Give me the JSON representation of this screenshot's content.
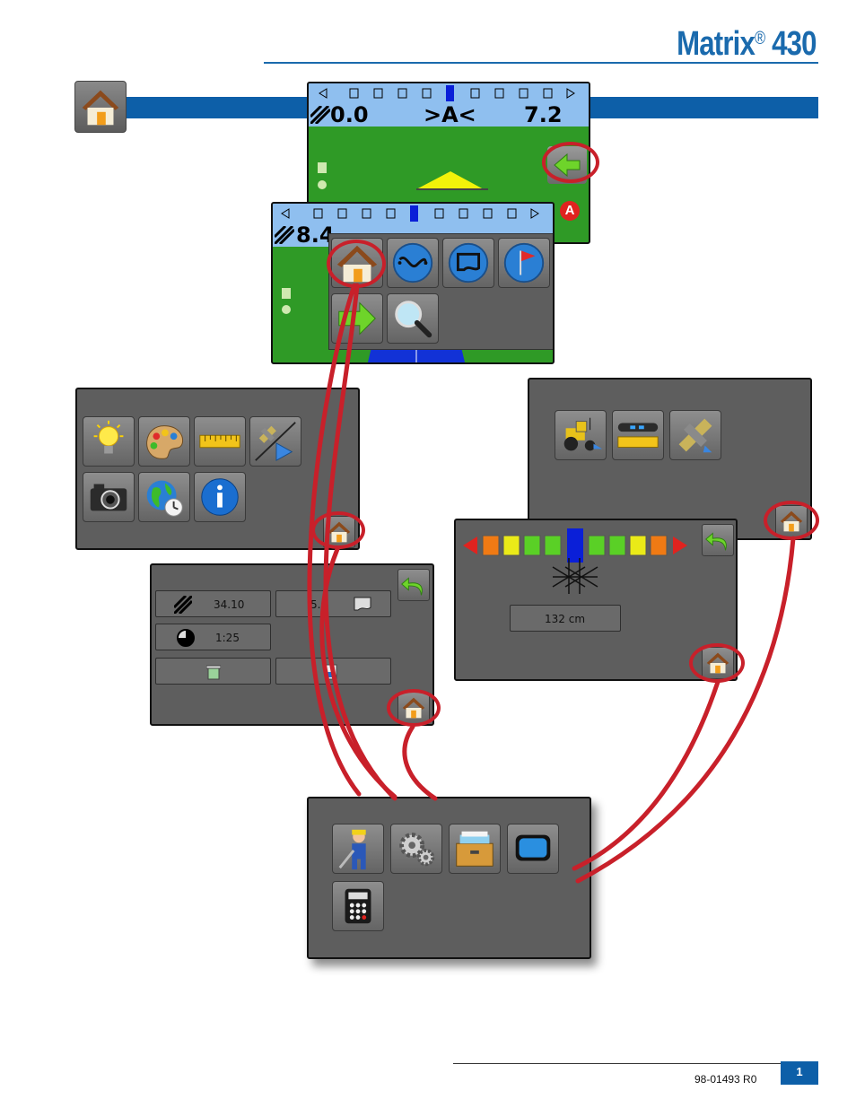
{
  "header": {
    "brand": "Matrix",
    "registered": "®",
    "model": "430"
  },
  "guidance_top": {
    "left_value": "0.0",
    "center": ">A<",
    "right_value": "7.2"
  },
  "guidance_front": {
    "left_value": "8.4"
  },
  "totals": {
    "area": "34.10",
    "polygon_area": "5.0",
    "time": "1:25"
  },
  "nozzle": {
    "spacing": "132 cm"
  },
  "footer": {
    "doc_number": "98-01493 R0",
    "page": "1"
  },
  "colors": {
    "brand_blue": "#1a6aad",
    "band_blue": "#0d5fa8",
    "highlight_red": "#c8202a",
    "field_green": "#2f9a26"
  }
}
